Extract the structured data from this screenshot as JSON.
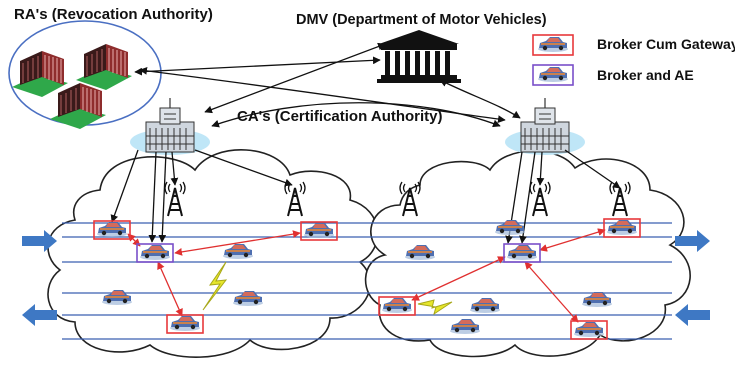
{
  "labels": {
    "ra": "RA's (Revocation Authority)",
    "dmv": "DMV (Department of Motor Vehicles)",
    "ca": "CA's (Certification Authority)"
  },
  "legend": [
    {
      "label": "Broker Cum Gateway",
      "box_color": "#e8383b"
    },
    {
      "label": "Broker and AE",
      "box_color": "#7a4fc9"
    }
  ],
  "colors": {
    "control_link": "#111111",
    "v2v_link": "#e03030",
    "road_line": "#3a5fb0",
    "traffic_arrow": "#3e78c4",
    "building_glow": "#bfe6f7",
    "lightning": "#e6e62c"
  },
  "icons": {
    "ra": "red-building-icon",
    "dmv": "classical-building-icon",
    "ca": "office-building-icon",
    "tower": "radio-tower-icon",
    "vehicle": "car-icon",
    "interference": "lightning-icon"
  }
}
